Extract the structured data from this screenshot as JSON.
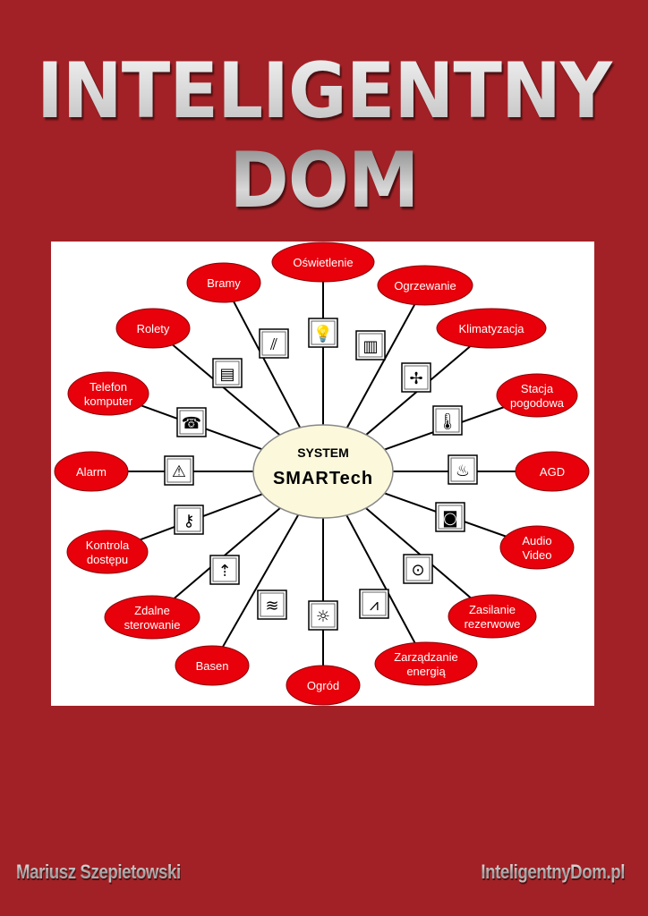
{
  "title": "INTELIGENTNY DOM",
  "author": "Mariusz Szepietowski",
  "website": "InteligentnyDom.pl",
  "colors": {
    "background": "#a22126",
    "node": "#e8000b",
    "center": "#fbf8dc"
  },
  "diagram": {
    "center": {
      "line1": "SYSTEM",
      "line2": "SMARTech"
    },
    "nodes": [
      {
        "label": [
          "Oświetlenie"
        ],
        "icon": "light-bulb-icon"
      },
      {
        "label": [
          "Ogrzewanie"
        ],
        "icon": "radiator-icon"
      },
      {
        "label": [
          "Klimatyzacja"
        ],
        "icon": "fan-icon"
      },
      {
        "label": [
          "Stacja",
          "pogodowa"
        ],
        "icon": "thermometer-icon"
      },
      {
        "label": [
          "AGD"
        ],
        "icon": "pot-icon"
      },
      {
        "label": [
          "Audio",
          "Video"
        ],
        "icon": "speaker-icon"
      },
      {
        "label": [
          "Zasilanie",
          "rezerwowe"
        ],
        "icon": "power-socket-icon"
      },
      {
        "label": [
          "Zarządzanie",
          "energią"
        ],
        "icon": "energy-graph-icon"
      },
      {
        "label": [
          "Ogród"
        ],
        "icon": "sun-icon"
      },
      {
        "label": [
          "Basen"
        ],
        "icon": "pool-icon"
      },
      {
        "label": [
          "Zdalne",
          "sterowanie"
        ],
        "icon": "remote-control-icon"
      },
      {
        "label": [
          "Kontrola",
          "dostępu"
        ],
        "icon": "key-icon"
      },
      {
        "label": [
          "Alarm"
        ],
        "icon": "alarm-siren-icon"
      },
      {
        "label": [
          "Telefon",
          "komputer"
        ],
        "icon": "phone-icon"
      },
      {
        "label": [
          "Rolety"
        ],
        "icon": "blinds-icon"
      },
      {
        "label": [
          "Bramy"
        ],
        "icon": "gate-icon"
      }
    ]
  }
}
